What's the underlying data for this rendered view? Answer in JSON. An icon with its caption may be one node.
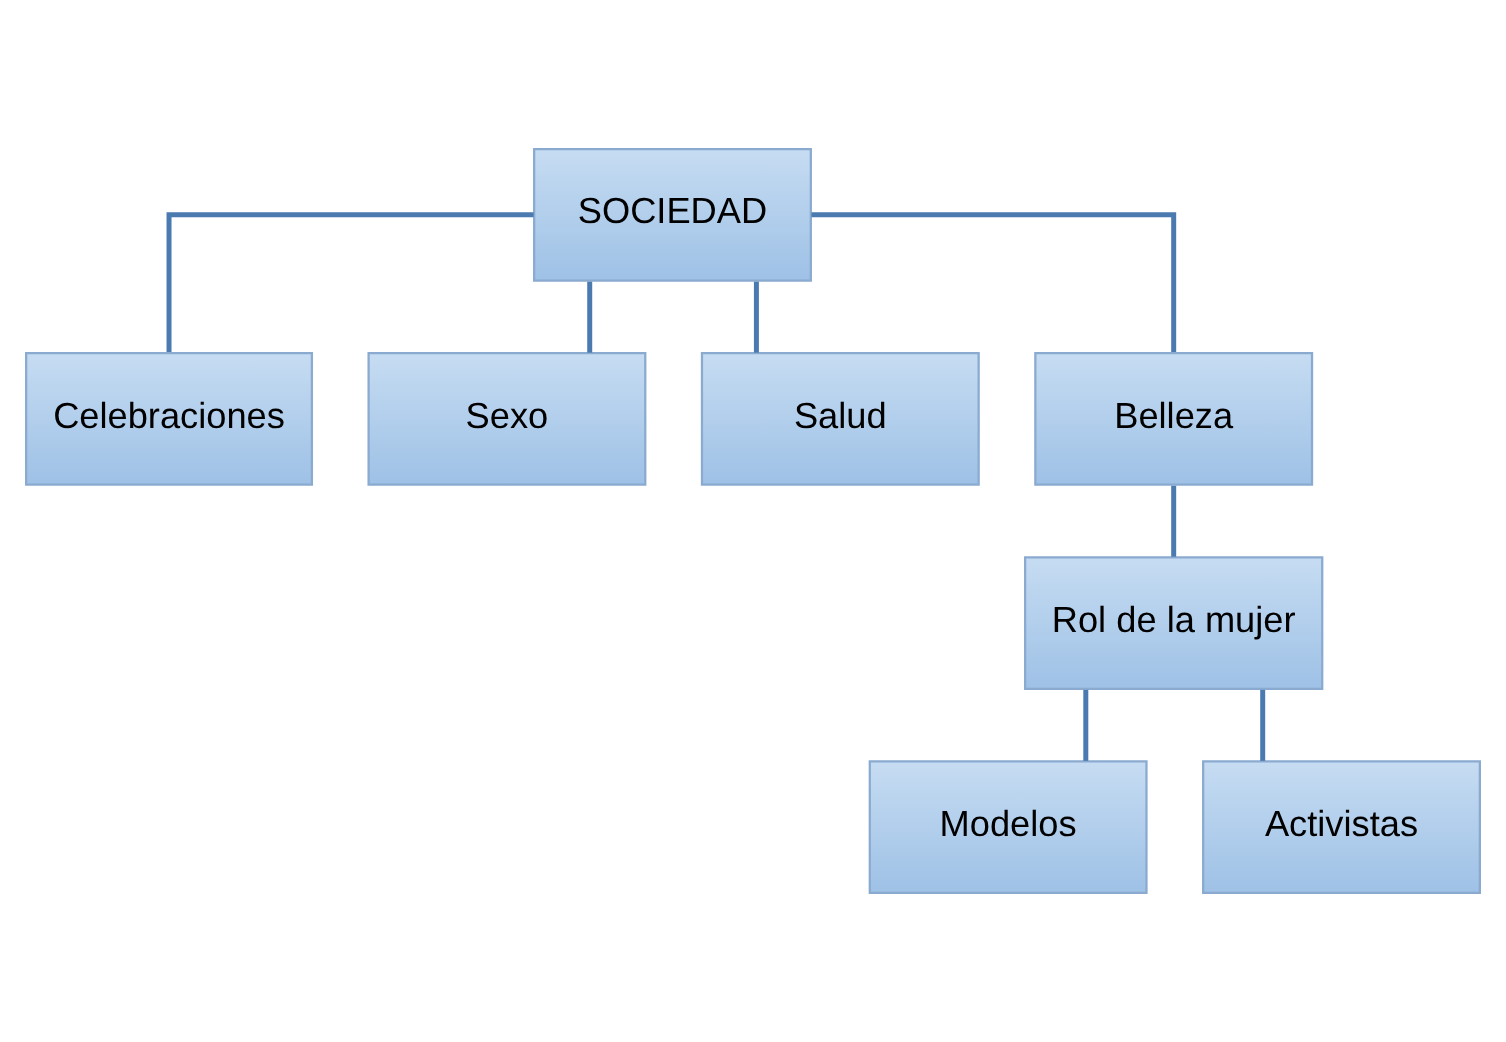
{
  "diagram": {
    "nodes": [
      {
        "text": [
          "SOCIEDAD"
        ]
      },
      {
        "text": [
          "Celebraciones"
        ]
      },
      {
        "text": [
          "Sexo"
        ]
      },
      {
        "text": [
          "Salud"
        ]
      },
      {
        "text": [
          "Belleza"
        ]
      },
      {
        "text": [
          "Rol de la mujer"
        ]
      },
      {
        "text": [
          "Modelos"
        ]
      },
      {
        "text": [
          "Activistas"
        ]
      }
    ],
    "edges": [
      {
        "from": 0,
        "to": 1,
        "arrow": "none"
      },
      {
        "from": 0,
        "to": 2,
        "arrow": "none"
      },
      {
        "from": 0,
        "to": 3,
        "arrow": "none"
      },
      {
        "from": 0,
        "to": 4,
        "arrow": "none"
      },
      {
        "from": 4,
        "to": 5,
        "arrow": "none"
      },
      {
        "from": 5,
        "to": 6,
        "arrow": "none"
      },
      {
        "from": 5,
        "to": 7,
        "arrow": "none"
      }
    ]
  }
}
